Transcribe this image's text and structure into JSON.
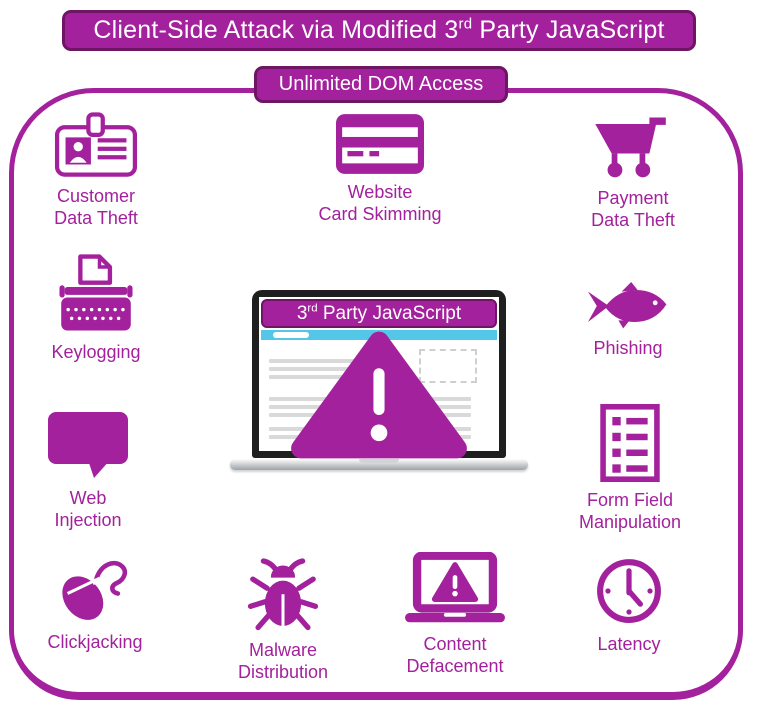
{
  "colors": {
    "primary": "#A3219C",
    "primary_dark": "#6E1563",
    "screen_accent_cyan": "#54C7E8",
    "wireframe_gray": "#D9D9D9",
    "laptop_bezel": "#1F1F1F",
    "background": "#FFFFFF"
  },
  "header": {
    "prefix": "Client-Side Attack via Modified 3",
    "sup": "rd",
    "suffix": " Party JavaScript"
  },
  "badge": {
    "label": "Unlimited DOM Access"
  },
  "center_laptop": {
    "screen_title_prefix": "3",
    "screen_title_sup": "rd",
    "screen_title_suffix": " Party JavaScript"
  },
  "items": [
    {
      "id": "customer-data-theft",
      "icon": "id-card-icon",
      "lines": [
        "Customer",
        "Data Theft"
      ]
    },
    {
      "id": "website-card-skimming",
      "icon": "credit-card-icon",
      "lines": [
        "Website",
        "Card Skimming"
      ]
    },
    {
      "id": "payment-data-theft",
      "icon": "shopping-cart-icon",
      "lines": [
        "Payment",
        "Data Theft"
      ]
    },
    {
      "id": "keylogging",
      "icon": "typewriter-icon",
      "lines": [
        "Keylogging"
      ]
    },
    {
      "id": "phishing",
      "icon": "fish-icon",
      "lines": [
        "Phishing"
      ]
    },
    {
      "id": "web-injection",
      "icon": "speech-bubble-icon",
      "lines": [
        "Web",
        "Injection"
      ]
    },
    {
      "id": "form-field-manipulation",
      "icon": "form-checklist-icon",
      "lines": [
        "Form Field",
        "Manipulation"
      ]
    },
    {
      "id": "clickjacking",
      "icon": "computer-mouse-icon",
      "lines": [
        "Clickjacking"
      ]
    },
    {
      "id": "malware-distribution",
      "icon": "bug-icon",
      "lines": [
        "Malware",
        "Distribution"
      ]
    },
    {
      "id": "content-defacement",
      "icon": "laptop-warning-icon",
      "lines": [
        "Content",
        "Defacement"
      ]
    },
    {
      "id": "latency",
      "icon": "clock-icon",
      "lines": [
        "Latency"
      ]
    }
  ]
}
